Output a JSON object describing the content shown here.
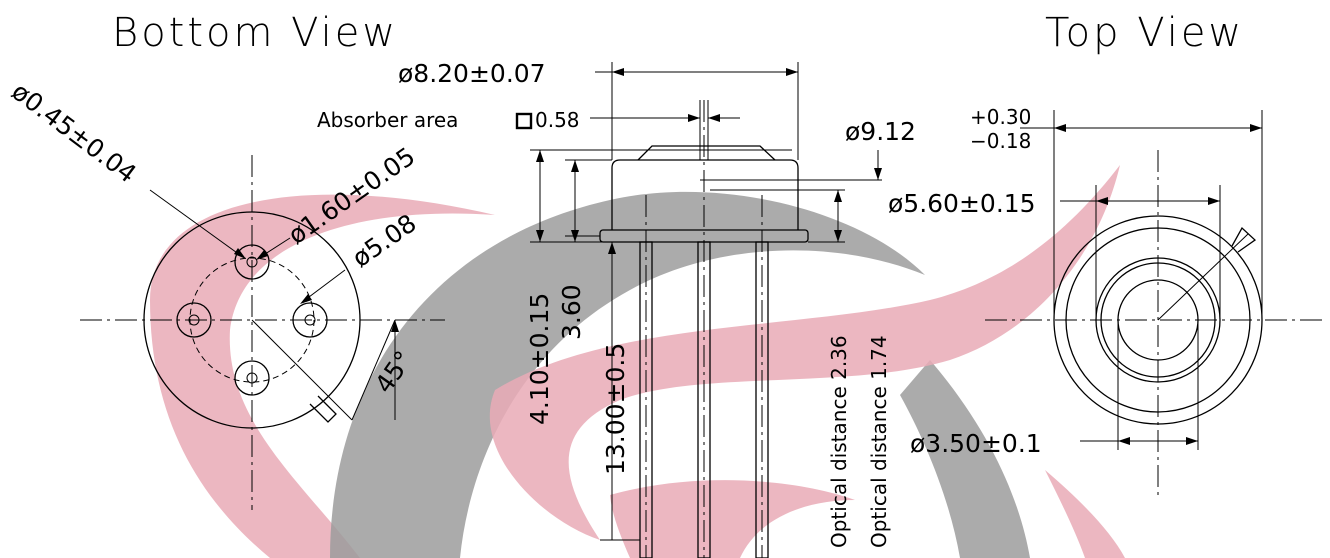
{
  "views": {
    "bottom_title": "Bottom View",
    "top_title": "Top View"
  },
  "dimensions": {
    "pin_diameter": "ø0.45±0.04",
    "pin_circle": "ø1.60±0.05",
    "bolt_circle": "ø5.08",
    "tab_angle": "45°",
    "cap_diameter": "ø8.20±0.07",
    "absorber_label": "Absorber area",
    "absorber_value": "0.58",
    "flange_diameter": "ø9.12",
    "flange_tol_plus": "+0.30",
    "flange_tol_minus": "−0.18",
    "window_diameter": "ø5.60±0.15",
    "aperture_diameter": "ø3.50±0.1",
    "total_height": "4.10±0.15",
    "cap_height": "3.60",
    "lead_length": "13.00±0.5",
    "optical_distance_1": "Optical distance 2.36",
    "optical_distance_2": "Optical distance 1.74"
  },
  "watermark": {
    "primary_color": "#e9aab6",
    "secondary_color": "#9c9c9c"
  }
}
